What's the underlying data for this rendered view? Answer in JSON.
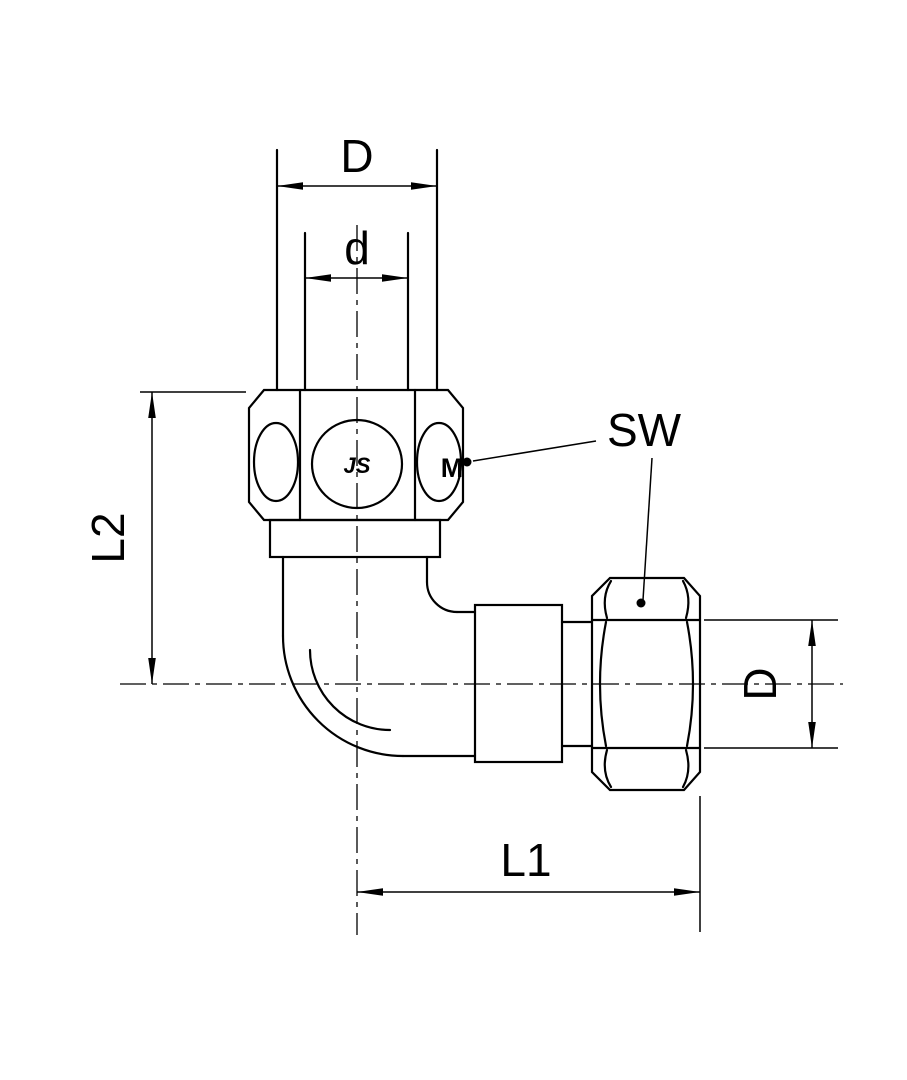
{
  "drawing": {
    "background": "#ffffff",
    "line_color": "#000000",
    "labels": {
      "top_outer_diameter": "D",
      "top_inner_diameter": "d",
      "left_length": "L2",
      "wrench_size": "SW",
      "right_diameter": "D",
      "bottom_length": "L1"
    },
    "stamps": {
      "brand_logo": "JS",
      "thread_mark": "M"
    }
  }
}
